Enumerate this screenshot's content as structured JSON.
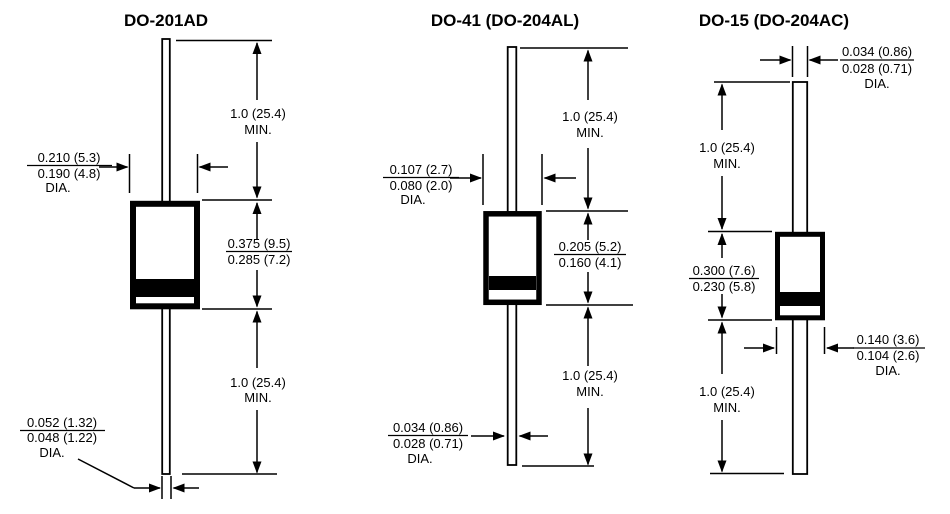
{
  "page": {
    "background": "#ffffff",
    "line_color": "#000000",
    "band_color": "#000000"
  },
  "diagrams": [
    {
      "id": "do-201ad",
      "title": "DO-201AD",
      "top_lead_length": {
        "line1": "1.0 (25.4)",
        "line2": "MIN."
      },
      "body_diameter": {
        "line1": "0.210 (5.3)",
        "line2": "0.190 (4.8)",
        "line3": "DIA."
      },
      "body_length": {
        "line1": "0.375 (9.5)",
        "line2": "0.285 (7.2)"
      },
      "bottom_lead_length": {
        "line1": "1.0 (25.4)",
        "line2": "MIN."
      },
      "lead_diameter": {
        "line1": "0.052 (1.32)",
        "line2": "0.048 (1.22)",
        "line3": "DIA."
      }
    },
    {
      "id": "do-41",
      "title": "DO-41 (DO-204AL)",
      "top_lead_length": {
        "line1": "1.0 (25.4)",
        "line2": "MIN."
      },
      "body_diameter": {
        "line1": "0.107 (2.7)",
        "line2": "0.080 (2.0)",
        "line3": "DIA."
      },
      "body_length": {
        "line1": "0.205 (5.2)",
        "line2": "0.160 (4.1)"
      },
      "bottom_lead_length": {
        "line1": "1.0 (25.4)",
        "line2": "MIN."
      },
      "lead_diameter": {
        "line1": "0.034 (0.86)",
        "line2": "0.028 (0.71)",
        "line3": "DIA."
      }
    },
    {
      "id": "do-15",
      "title": "DO-15 (DO-204AC)",
      "lead_diameter": {
        "line1": "0.034 (0.86)",
        "line2": "0.028 (0.71)",
        "line3": "DIA."
      },
      "top_lead_length": {
        "line1": "1.0 (25.4)",
        "line2": "MIN."
      },
      "body_length": {
        "line1": "0.300 (7.6)",
        "line2": "0.230 (5.8)"
      },
      "body_diameter": {
        "line1": "0.140 (3.6)",
        "line2": "0.104 (2.6)",
        "line3": "DIA."
      },
      "bottom_lead_length": {
        "line1": "1.0 (25.4)",
        "line2": "MIN."
      }
    }
  ]
}
